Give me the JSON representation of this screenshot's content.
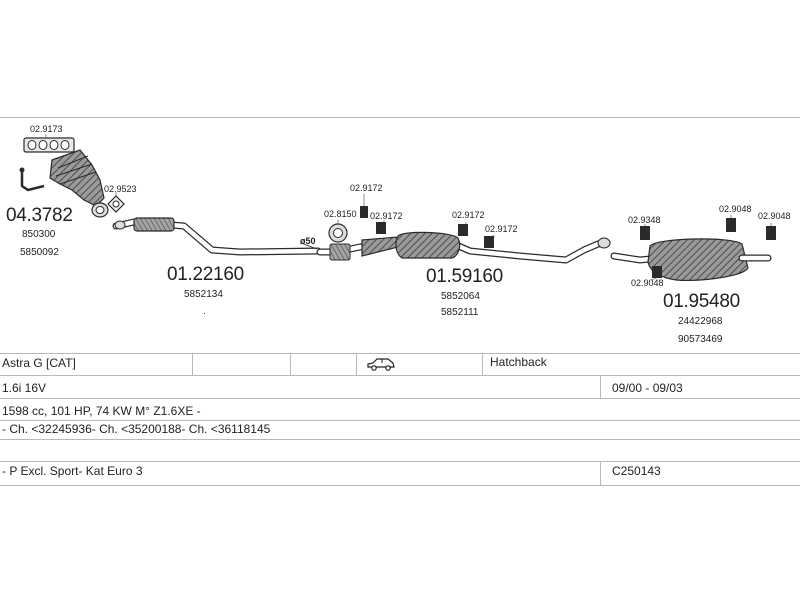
{
  "diagram": {
    "labels": {
      "clip_code": "02.9173",
      "manifold_code": "04.3782",
      "manifold_oe1": "850300",
      "manifold_oe2": "5850092",
      "gasket_code": "02.9523",
      "front_pipe_code": "01.22160",
      "front_pipe_oe": "5852134",
      "diameter": "ø50",
      "ring_code": "02.8150",
      "mount_1": "02.9172",
      "mount_2": "02.9172",
      "mount_3": "02.9172",
      "mount_4": "02.9172",
      "center_code": "01.59160",
      "center_oe1": "5852064",
      "center_oe2": "5852111",
      "rear_mount_1": "02.9348",
      "rear_mount_2": "02.9048",
      "rear_mount_3": "02.9048",
      "rear_mount_4": "02.9048",
      "rear_code": "01.95480",
      "rear_oe1": "24422968",
      "rear_oe2": "90573469"
    }
  },
  "vehicle": {
    "model": "Astra G  [CAT]",
    "body_type": "Hatchback",
    "engine": "1.6i 16V",
    "years": "09/00 - 09/03",
    "specs": "1598 cc, 101 HP, 74 KW M° Z1.6XE -",
    "chassis": "- Ch. <32245936- Ch. <35200188- Ch. <36118145",
    "notes": "- P Excl. Sport- Kat Euro 3",
    "code": "C250143"
  },
  "colors": {
    "line": "#b9b9b9",
    "part_fill": "#8a8a8a",
    "part_stroke": "#2b2b2b"
  },
  "icons": {
    "car": "car-side-icon"
  }
}
